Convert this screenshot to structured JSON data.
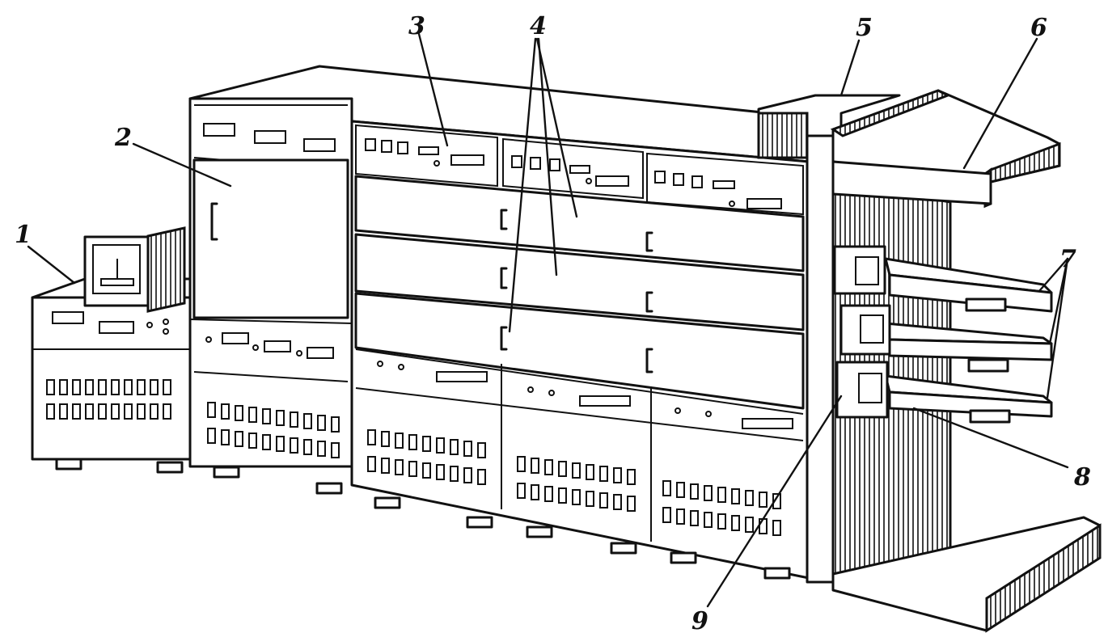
{
  "diagram": {
    "callouts": [
      {
        "id": "1",
        "label": "1"
      },
      {
        "id": "2",
        "label": "2"
      },
      {
        "id": "3",
        "label": "3"
      },
      {
        "id": "4",
        "label": "4"
      },
      {
        "id": "5",
        "label": "5"
      },
      {
        "id": "6",
        "label": "6"
      },
      {
        "id": "7",
        "label": "7"
      },
      {
        "id": "8",
        "label": "8"
      },
      {
        "id": "9",
        "label": "9"
      }
    ]
  },
  "colors": {
    "ink": "#111111",
    "paper": "#ffffff"
  }
}
